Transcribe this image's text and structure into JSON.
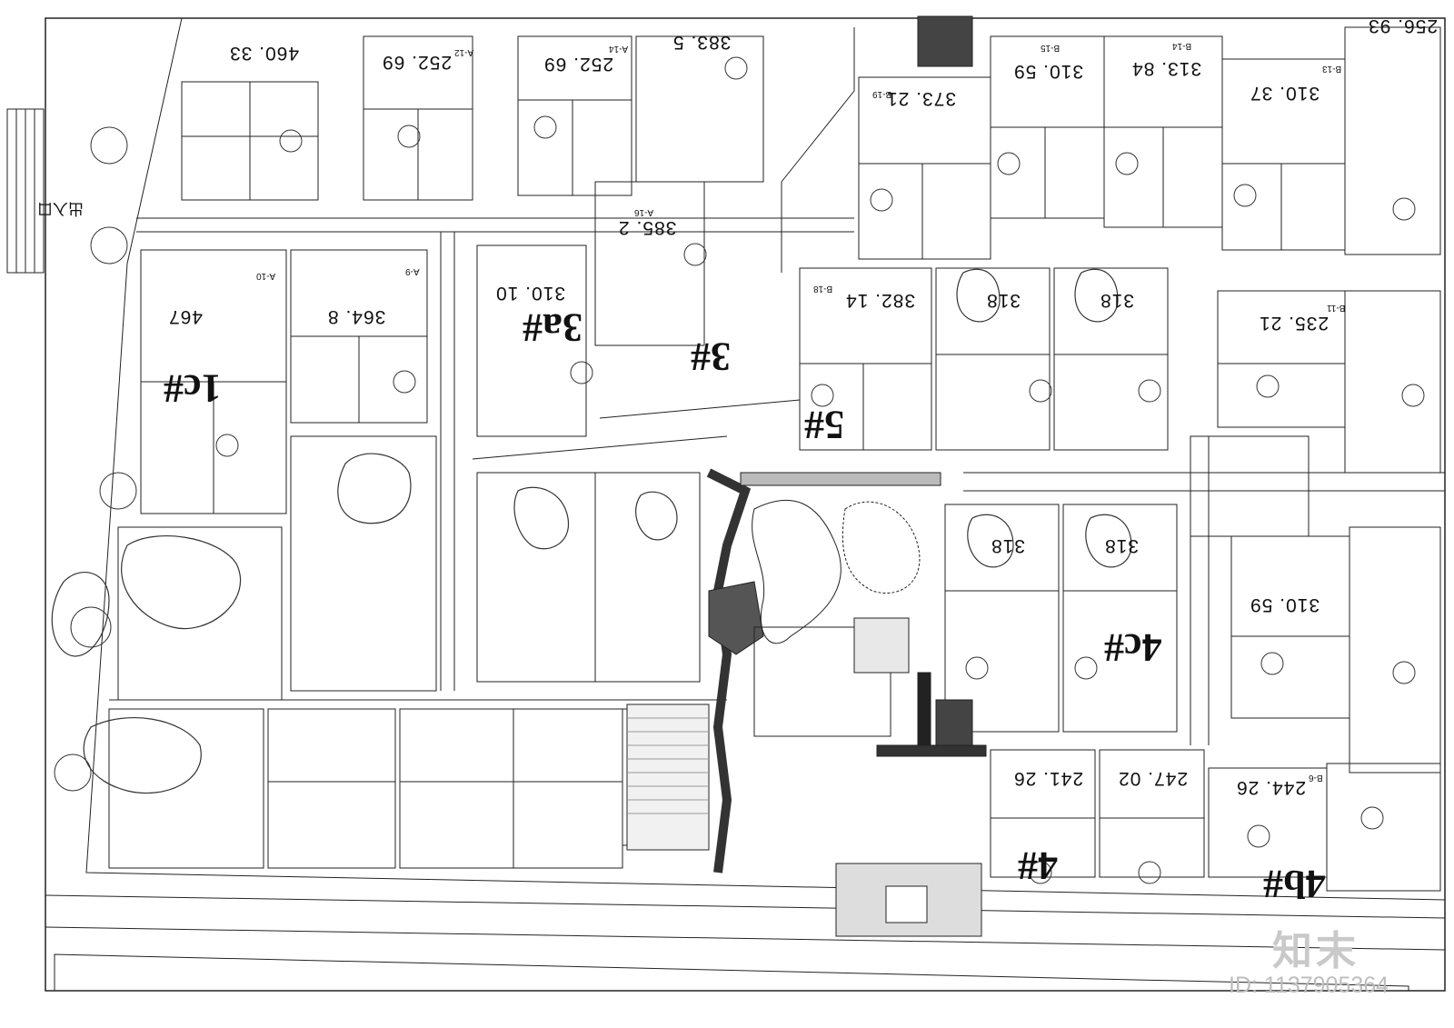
{
  "plan": {
    "areas": [
      "460. 33",
      "252. 69",
      "252. 69",
      "383. 5",
      "373. 21",
      "310. 59",
      "313. 84",
      "310. 37",
      "256. 93",
      "385. 2",
      "467",
      "364. 8",
      "310. 10",
      "382. 14",
      "318",
      "318",
      "235. 21",
      "318",
      "318",
      "310. 59",
      "241. 26",
      "247. 02",
      "244. 26"
    ],
    "buildings": [
      "1c#",
      "3a#",
      "3#",
      "5#",
      "4c#",
      "4#",
      "4b#"
    ],
    "codes": [
      "A-12",
      "A-14",
      "A-16",
      "A-10",
      "A-9",
      "B-15",
      "B-14",
      "B-13",
      "B-19",
      "B-18",
      "B-11",
      "B-6"
    ],
    "entrance": "出入口"
  },
  "watermark": {
    "logo": "知末",
    "id": "ID: 1137905364"
  }
}
